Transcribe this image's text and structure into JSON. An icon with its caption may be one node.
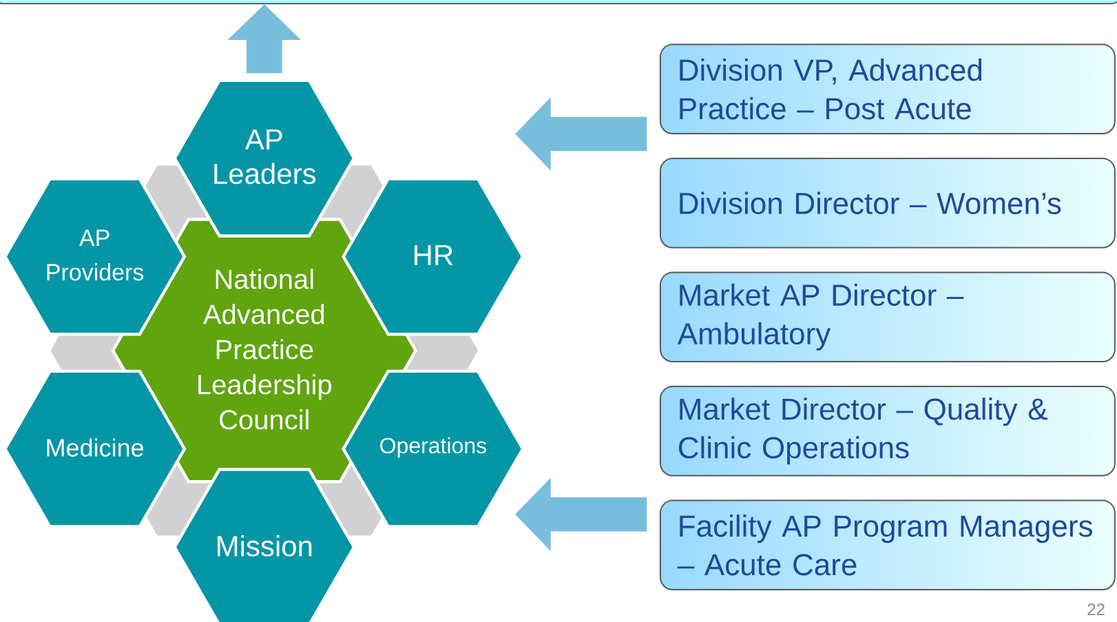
{
  "diagram": {
    "nodes": [
      {
        "text": [],
        "shape": "box"
      },
      {
        "text": [
          "AP Leaders"
        ]
      },
      {
        "text": [
          "AP Providers"
        ]
      },
      {
        "text": [
          "HR"
        ]
      },
      {
        "text": [
          "National Advanced Practice Leadership Council"
        ]
      },
      {
        "text": [
          "Medicine"
        ]
      },
      {
        "text": [
          "Operations"
        ]
      },
      {
        "text": [
          "Mission"
        ]
      },
      {
        "text": [
          "Division VP, Advanced Practice – Post Acute"
        ]
      },
      {
        "text": [
          "Division Director – Women’s"
        ]
      },
      {
        "text": [
          "Market AP Director – Ambulatory"
        ]
      },
      {
        "text": [
          "Market Director – Quality & Clinic Operations"
        ]
      },
      {
        "text": [
          "Facility AP Program Managers – Acute Care"
        ]
      }
    ],
    "edges": [
      {
        "from": 1,
        "to": 0,
        "arrow": "to"
      },
      {
        "from": 8,
        "to": null,
        "arrow": "to"
      },
      {
        "from": 12,
        "to": null,
        "arrow": "to"
      }
    ],
    "labels": [
      "22"
    ]
  }
}
